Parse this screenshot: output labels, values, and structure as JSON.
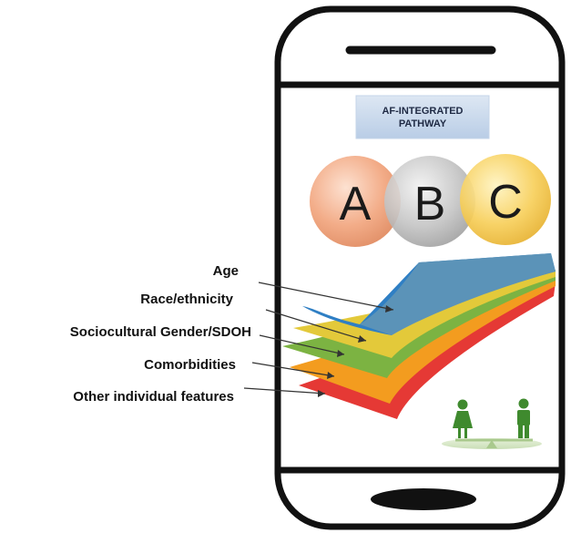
{
  "pathway": {
    "line1": "AF-INTEGRATED",
    "line2": "PATHWAY"
  },
  "circles": [
    {
      "letter": "A",
      "color": "#f2a882"
    },
    {
      "letter": "B",
      "color": "#bdbdbd"
    },
    {
      "letter": "C",
      "color": "#f7cf5a"
    }
  ],
  "layers": [
    {
      "label": "Age",
      "color": "#5b93b8"
    },
    {
      "label": "Race/ethnicity",
      "color": "#e3c93a"
    },
    {
      "label": "Sociocultural Gender/SDOH",
      "color": "#7cb342"
    },
    {
      "label": "Comorbidities",
      "color": "#f39c1f"
    },
    {
      "label": "Other individual features",
      "color": "#e53935"
    }
  ],
  "colors": {
    "phone_frame": "#111111",
    "pathway_box": "#c9d8ec",
    "figures": "#3f8a2e"
  },
  "icons": [
    "phone-speaker-icon",
    "phone-home-button-icon",
    "female-figure-icon",
    "male-figure-icon",
    "balance-scale-icon"
  ]
}
